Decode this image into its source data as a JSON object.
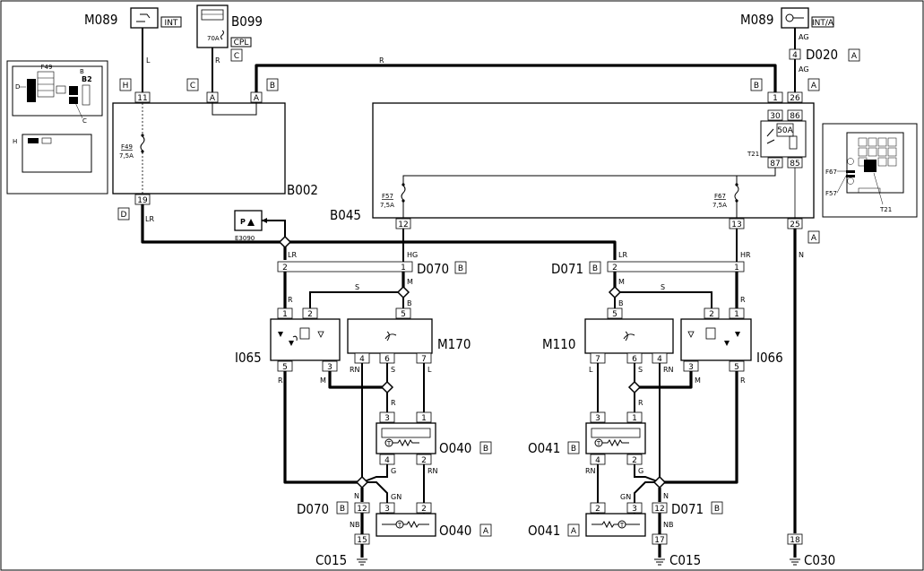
{
  "components": {
    "m089_left": "M089",
    "m089_left_tag": "INT",
    "b099": "B099",
    "b099_tag": "CPL",
    "b099_fuse": "70A",
    "m089_right": "M089",
    "m089_right_tag": "INT/A",
    "d020": "D020",
    "b002": "B002",
    "b045": "B045",
    "e3090": "E3090",
    "d070_top": "D070",
    "d071_top": "D071",
    "i065": "I065",
    "m170": "M170",
    "m110": "M110",
    "i066": "I066",
    "o040_b": "O040",
    "o041_b": "O041",
    "d070_bot": "D070",
    "d071_bot": "D071",
    "o040_a": "O040",
    "o041_a": "O041",
    "c015_left": "C015",
    "c015_right": "C015",
    "c030": "C030"
  },
  "fuses": {
    "f49": "F49",
    "f49_rating": "7,5A",
    "f57": "F57",
    "f57_rating": "7,5A",
    "f67": "F67",
    "f67_rating": "7,5A",
    "relay_fuse": "50A",
    "t21": "T21"
  },
  "connector_letters": {
    "H": "H",
    "C": "C",
    "B": "B",
    "A": "A",
    "D": "D"
  },
  "wire_colors": {
    "L": "L",
    "R": "R",
    "AG": "AG",
    "LR": "LR",
    "HG": "HG",
    "HR": "HR",
    "M": "M",
    "S": "S",
    "B": "B",
    "N": "N",
    "RN": "RN",
    "G": "G",
    "GN": "GN",
    "NB": "NB"
  },
  "pins": {
    "p11": "11",
    "p19": "19",
    "p26": "26",
    "p4": "4",
    "p1": "1",
    "p30": "30",
    "p86": "86",
    "p87": "87",
    "p85": "85",
    "p12": "12",
    "p13": "13",
    "p25": "25",
    "p2": "2",
    "p5": "5",
    "p3": "3",
    "p6": "6",
    "p7": "7",
    "p15": "15",
    "p17": "17",
    "p18": "18"
  },
  "inset_left": {
    "f49": "F49",
    "b": "B",
    "b2": "B2",
    "d": "D",
    "c": "C",
    "h": "H"
  },
  "inset_right": {
    "f67": "F67",
    "f57": "F57",
    "t21": "T21"
  }
}
